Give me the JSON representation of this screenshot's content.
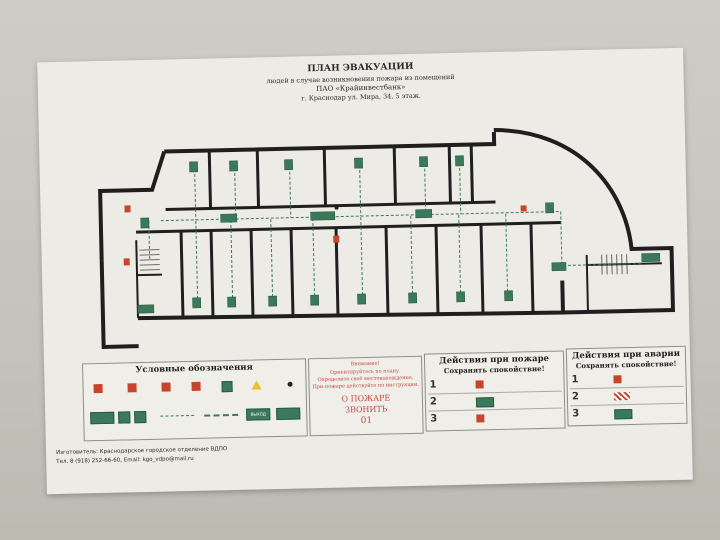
{
  "plan": {
    "title": "ПЛАН ЭВАКУАЦИИ",
    "subtitle1": "людей в случае возникновения пожара из помещений",
    "subtitle2": "ПАО «Крайинвестбанк»",
    "subtitle3": "г. Краснодар ул. Мира, 34, 5 этаж."
  },
  "legend": {
    "title": "Условные обозначения",
    "exit_label": "ВЫХОД"
  },
  "notice": {
    "line1": "Внимание!",
    "line2": "Ориентируйтесь по плану.",
    "line3": "Определите своё местонахождение.",
    "line4": "При пожаре действуйте по инструкции.",
    "fire_line1": "О ПОЖАРЕ",
    "fire_line2": "ЗВОНИТЬ",
    "fire_line3": "01"
  },
  "fire_actions": {
    "title1": "Действия при пожаре",
    "title2": "Сохранять спокойствие!",
    "steps": [
      "1",
      "2",
      "3"
    ]
  },
  "accident_actions": {
    "title1": "Действия при аварии",
    "title2": "Сохранять спокойствие!",
    "steps": [
      "1",
      "2",
      "3"
    ]
  },
  "footer": {
    "maker": "Изготовитель: Краснодарское городское отделение ВДПО",
    "contacts": "Тел. 8 (918) 252-66-60, Email: kgo_vdpo@mail.ru"
  },
  "colors": {
    "wall": "#1f1f1f",
    "sign_green": "#3a7a5a",
    "sign_red": "#c8452d",
    "board": "#ecebe5"
  },
  "icons": [
    "fire-extinguisher-icon",
    "fire-alarm-icon",
    "phone-icon",
    "first-aid-icon",
    "electric-hazard-icon",
    "exit-sign-icon",
    "stairs-icon"
  ]
}
